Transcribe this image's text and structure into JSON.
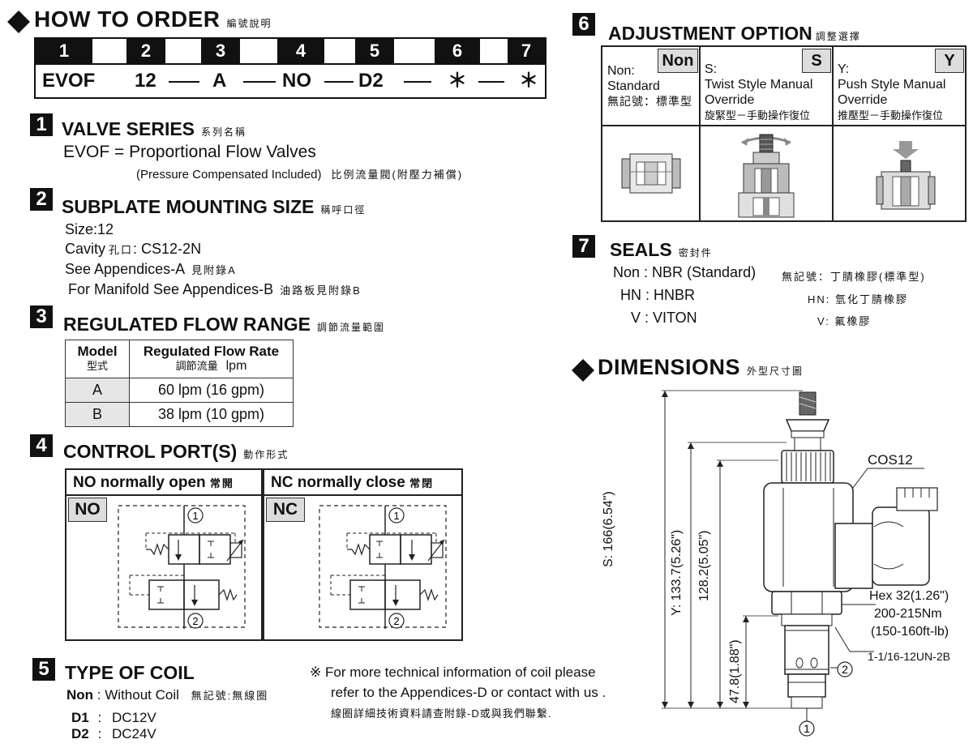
{
  "how_to_order": {
    "title": "HOW TO  ORDER",
    "title_cjk": "編號說明",
    "positions": [
      "1",
      "2",
      "3",
      "4",
      "5",
      "6",
      "7"
    ],
    "codes": [
      "EVOF",
      "12",
      "A",
      "NO",
      "D2",
      "＊",
      "＊"
    ]
  },
  "valve_series": {
    "num": "1",
    "title": "VALVE SERIES",
    "title_cjk": "系列名稱",
    "line1": "EVOF = Proportional Flow Valves",
    "line2": "(Pressure Compensated Included)",
    "line2_cjk": "比例流量閥(附壓力補償)"
  },
  "subplate": {
    "num": "2",
    "title": "SUBPLATE MOUNTING SIZE",
    "title_cjk": "稱呼口徑",
    "size": "Size:12",
    "cavity_label": "Cavity",
    "cavity_cjk": "孔口",
    "cavity_value": ": CS12-2N",
    "appendix_a": "See Appendices-A",
    "appendix_a_cjk": "見附錄A",
    "appendix_b": "For Manifold See Appendices-B",
    "appendix_b_cjk": "油路板見附錄B"
  },
  "flow_range": {
    "num": "3",
    "title": "REGULATED FLOW RANGE",
    "title_cjk": "調節流量範圍",
    "col1": "Model",
    "col1_cjk": "型式",
    "col2": "Regulated Flow Rate",
    "col2_cjk": "調節流量",
    "col2_unit": "lpm",
    "rows": [
      {
        "model": "A",
        "rate": "60 lpm  (16 gpm)"
      },
      {
        "model": "B",
        "rate": "38 lpm  (10 gpm)"
      }
    ]
  },
  "control_port": {
    "num": "4",
    "title": "CONTROL PORT(S)",
    "title_cjk": "動作形式",
    "no_label": "NO  normally open",
    "no_cjk": "常開",
    "no_tag": "NO",
    "nc_label": "NC normally close",
    "nc_cjk": "常閉",
    "nc_tag": "NC",
    "port1": "1",
    "port2": "2"
  },
  "coil": {
    "num": "5",
    "title": "TYPE OF COIL",
    "rows": [
      {
        "code": "Non",
        "sep": ":",
        "desc": "Without Coil",
        "cjk": "無記號:無線圈"
      },
      {
        "code": "D1",
        "sep": ":",
        "desc": "DC12V",
        "cjk": ""
      },
      {
        "code": "D2",
        "sep": ":",
        "desc": "DC24V",
        "cjk": ""
      }
    ],
    "note_mark": "※",
    "note1": "For more technical information of coil  please",
    "note2": "refer to the Appendices-D or contact with us .",
    "note_cjk": "線圈詳細技術資料請查附錄-D或與我們聯繫."
  },
  "adjustment": {
    "num": "6",
    "title": "ADJUSTMENT OPTION",
    "title_cjk": "調整選擇",
    "options": [
      {
        "tag": "Non",
        "line1": "Non:",
        "line2": "Standard",
        "cjk": "無記號：標準型"
      },
      {
        "tag": "S",
        "line1": "S:",
        "line2": "Twist Style Manual",
        "line3": "Override",
        "cjk": "旋緊型－手動操作復位"
      },
      {
        "tag": "Y",
        "line1": "Y:",
        "line2": "Push Style Manual",
        "line3": "Override",
        "cjk": "推壓型－手動操作復位"
      }
    ]
  },
  "seals": {
    "num": "7",
    "title": "SEALS",
    "title_cjk": "密封件",
    "rows": [
      {
        "code": "Non : NBR (Standard)",
        "cjk": "無記號：丁腈橡膠(標準型)"
      },
      {
        "code": "HN : HNBR",
        "cjk": "HN: 氫化丁腈橡膠"
      },
      {
        "code": "V : VITON",
        "cjk": "V: 氟橡膠"
      }
    ]
  },
  "dimensions": {
    "title": "DIMENSIONS",
    "title_cjk": "外型尺寸圖",
    "s_dim": "S: 166(6.54\")",
    "y_dim": "Y: 133.7(5.26\")",
    "std_dim": "128.2(5.05\")",
    "lower_dim": "47.8(1.88\")",
    "coil_label": "COS12",
    "hex": "Hex 32(1.26\")",
    "torque_nm": "200-215Nm",
    "torque_ftlb": "(150-160ft-lb)",
    "thread": "1-1/16-12UN-2B",
    "port1": "1",
    "port2": "2"
  }
}
